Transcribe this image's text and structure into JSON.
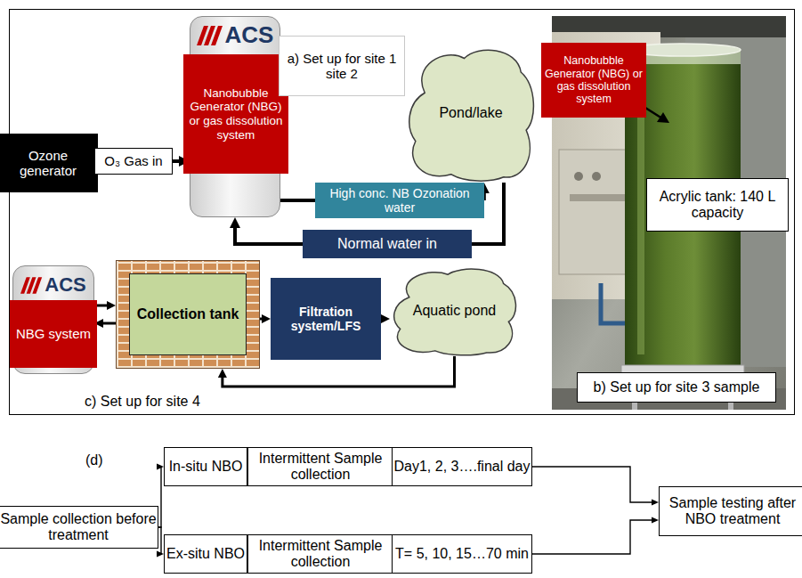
{
  "diagram": {
    "nodes": [
      {
        "text": [
          "Ozone generator"
        ]
      },
      {
        "text": [
          "O₃ Gas in"
        ]
      },
      {
        "text": [
          "ACS"
        ]
      },
      {
        "text": [
          "Nanobubble Generator (NBG) or gas dissolution system"
        ],
        "in": 2
      },
      {
        "text": [
          "a) Set up for site 1 site 2"
        ]
      },
      {
        "text": [
          "Pond/lake"
        ]
      },
      {
        "text": [
          "High conc. NB Ozonation water"
        ]
      },
      {
        "text": [
          "Normal water in"
        ]
      },
      {
        "text": [
          "Nanobubble Generator (NBG) or gas dissolution system"
        ]
      },
      {
        "text": [
          "Acrylic tank: 140 L capacity"
        ]
      },
      {
        "text": [
          "b) Set up for site 3 sample"
        ]
      },
      {
        "text": [
          "ACS"
        ]
      },
      {
        "text": [
          "NBG system"
        ],
        "in": 11
      },
      {
        "text": [
          "Collection tank"
        ]
      },
      {
        "text": [
          "Filtration system/LFS"
        ]
      },
      {
        "text": [
          "Aquatic pond"
        ]
      },
      {
        "text": [
          "Sample collection before treatment"
        ]
      },
      {
        "text": [
          "In-situ NBO"
        ]
      },
      {
        "text": [
          "Intermittent Sample collection"
        ]
      },
      {
        "text": [
          "Day1, 2, 3….final day"
        ]
      },
      {
        "text": [
          "Ex-situ NBO"
        ]
      },
      {
        "text": [
          "Intermittent Sample collection"
        ]
      },
      {
        "text": [
          "T= 5, 10, 15…70 min"
        ]
      },
      {
        "text": [
          "Sample testing after NBO treatment"
        ]
      }
    ],
    "edges": [
      {
        "from": 0,
        "to": 1,
        "arrow": "none"
      },
      {
        "from": 1,
        "to": 2,
        "arrow": "to"
      },
      {
        "from": 2,
        "to": 6,
        "arrow": "none"
      },
      {
        "from": 6,
        "to": 5,
        "arrow": "to"
      },
      {
        "from": 5,
        "to": 7,
        "arrow": "none"
      },
      {
        "from": 7,
        "to": 2,
        "arrow": "to"
      },
      {
        "from": 11,
        "to": 13,
        "arrow": "to"
      },
      {
        "from": 13,
        "to": 11,
        "arrow": "to"
      },
      {
        "from": 13,
        "to": 14,
        "arrow": "to"
      },
      {
        "from": 14,
        "to": 15,
        "arrow": "to"
      },
      {
        "from": 15,
        "to": 13,
        "arrow": "to"
      },
      {
        "from": 16,
        "to": 17,
        "arrow": "to"
      },
      {
        "from": 16,
        "to": 20,
        "arrow": "to"
      },
      {
        "from": 17,
        "to": 18,
        "arrow": "to"
      },
      {
        "from": 18,
        "to": 19,
        "arrow": "to"
      },
      {
        "from": 20,
        "to": 21,
        "arrow": "to"
      },
      {
        "from": 21,
        "to": 22,
        "arrow": "to"
      },
      {
        "from": 19,
        "to": 23,
        "arrow": "to"
      },
      {
        "from": 22,
        "to": 23,
        "arrow": "to"
      }
    ],
    "labels": [
      "c) Set up for site 4",
      "(d)"
    ]
  }
}
